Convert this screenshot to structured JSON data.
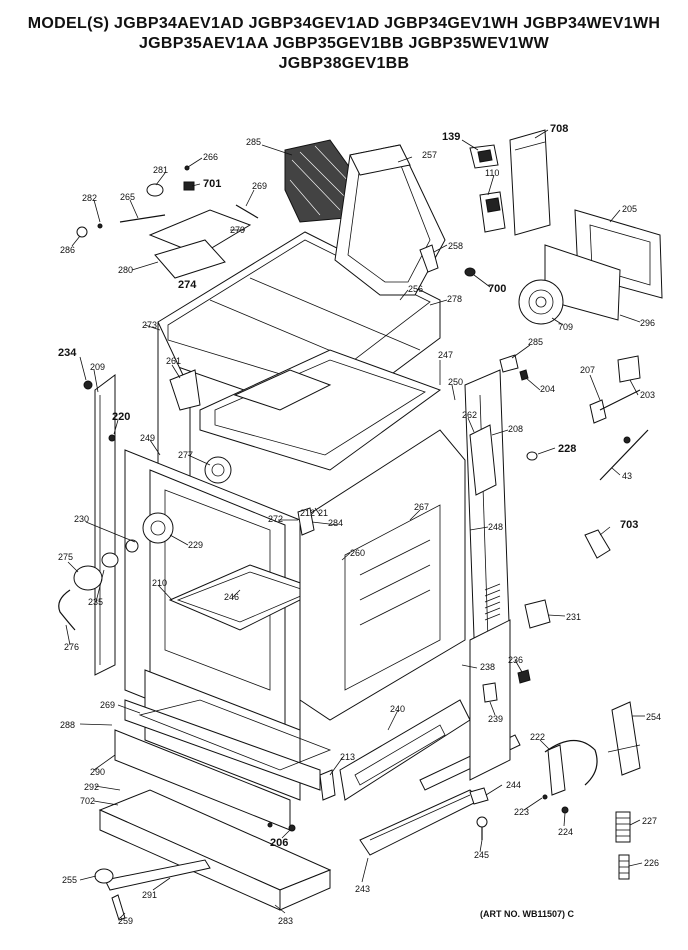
{
  "header": {
    "line1": "MODEL(S) JGBP34AEV1AD  JGBP34GEV1AD  JGBP34GEV1WH  JGBP34WEV1WH",
    "line2": "JGBP35AEV1AA  JGBP35GEV1BB  JGBP35WEV1WW",
    "line3": "JGBP38GEV1BB"
  },
  "art_no": "(ART NO. WB11507) C",
  "labels": {
    "p285": "285",
    "p266": "266",
    "p281": "281",
    "p701": "701",
    "p269": "269",
    "p257": "257",
    "p139": "139",
    "p708": "708",
    "p110": "110",
    "p282": "282",
    "p265": "265",
    "p279": "279",
    "p286": "286",
    "p280": "280",
    "p274": "274",
    "p205": "205",
    "p258": "258",
    "p700": "700",
    "p256": "256",
    "p278": "278",
    "p709": "709",
    "p296": "296",
    "p273": "273",
    "p234": "234",
    "p209": "209",
    "p261": "261",
    "p247": "247",
    "p285b": "285",
    "p204": "204",
    "p207": "207",
    "p203": "203",
    "p220": "220",
    "p250": "250",
    "p262": "262",
    "p208": "208",
    "p249": "249",
    "p277": "277",
    "p228": "228",
    "p43": "43",
    "p272": "272",
    "p212": "212",
    "p21": "21",
    "p284": "284",
    "p267": "267",
    "p230": "230",
    "p229": "229",
    "p260": "260",
    "p248": "248",
    "p703": "703",
    "p275": "275",
    "p210": "210",
    "p246": "246",
    "p235": "235",
    "p276": "276",
    "p231": "231",
    "p238": "238",
    "p236": "236",
    "p288": "288",
    "p269b": "269",
    "p240": "240",
    "p239": "239",
    "p254": "254",
    "p290": "290",
    "p222": "222",
    "p213": "213",
    "p244": "244",
    "p292": "292",
    "p223": "223",
    "p702": "702",
    "p227": "227",
    "p206": "206",
    "p224": "224",
    "p245": "245",
    "p255": "255",
    "p226": "226",
    "p291": "291",
    "p243": "243",
    "p259": "259",
    "p283": "283"
  }
}
